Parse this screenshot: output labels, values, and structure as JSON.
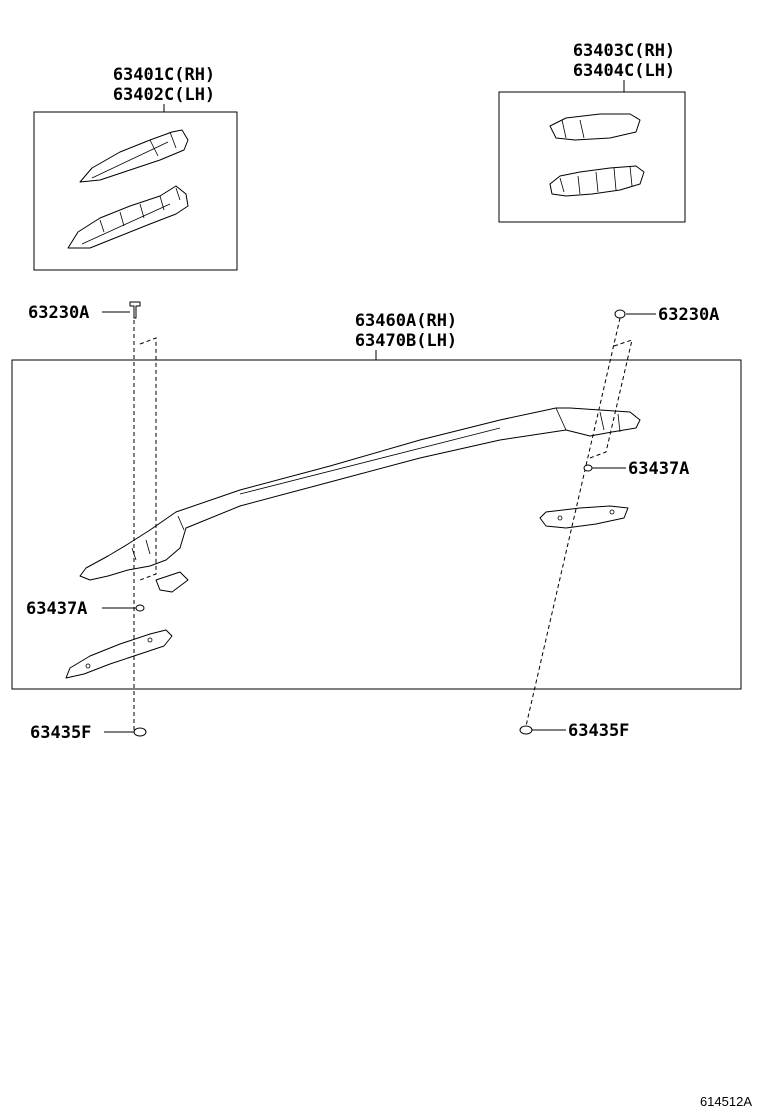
{
  "labels": {
    "cover_front_rh": "63401C(RH)",
    "cover_front_lh": "63402C(LH)",
    "cover_rear_rh": "63403C(RH)",
    "cover_rear_lh": "63404C(LH)",
    "rail_rh": "63460A(RH)",
    "rail_lh": "63470B(LH)",
    "screw_left": "63230A",
    "screw_right": "63230A",
    "washer_left": "63437A",
    "washer_right": "63437A",
    "nut_left": "63435F",
    "nut_right": "63435F"
  },
  "diagram_ref": "614512A"
}
